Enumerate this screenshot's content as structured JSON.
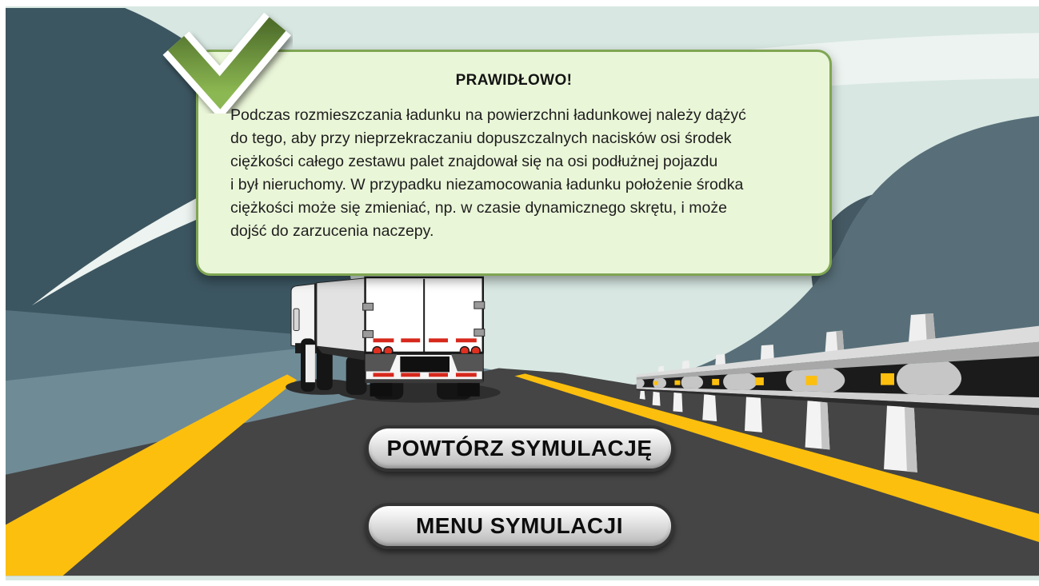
{
  "dialog": {
    "title": "PRAWIDŁOWO!",
    "body_lines": [
      "Podczas rozmieszczania ładunku na powierzchni ładunkowej należy dążyć",
      "do tego, aby przy nieprzekraczaniu dopuszczalnych nacisków osi środek",
      "ciężkości całego zestawu palet znajdował się na osi podłużnej pojazdu",
      "i był nieruchomy. W przypadku niezamocowania ładunku położenie środka",
      "ciężkości może się zmieniać, np. w czasie dynamicznego skrętu, i może",
      "dojść do zarzucenia naczepy."
    ],
    "icon": "check-icon",
    "colors": {
      "background": "#eaf6d8",
      "border": "#7fa653",
      "check_green_dark": "#4f6e2b",
      "check_green_light": "#8cb852"
    }
  },
  "buttons": [
    {
      "label": "POWTÓRZ SYMULACJĘ"
    },
    {
      "label": "MENU SYMULACJI"
    }
  ],
  "scene": {
    "name": "highway-with-truck-illustration",
    "colors": {
      "sky": "#d8e7e2",
      "mountain_left": "#3c5661",
      "mountain_right": "#586f79",
      "road": "#454545",
      "lane_line_yellow": "#fcbf0e",
      "guardrail_dark": "#1b1b1b",
      "guardrail_light": "#dcdcdc",
      "truck_body": "#ffffff",
      "truck_marking_red": "#d6281c"
    }
  }
}
